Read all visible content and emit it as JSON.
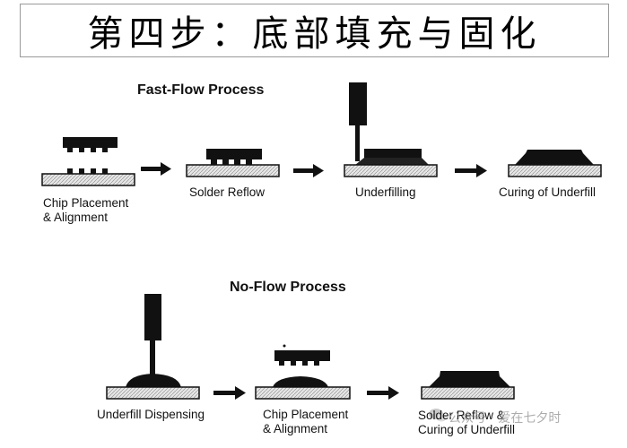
{
  "title": "第四步：底部填充与固化",
  "fast_flow": {
    "heading": "Fast-Flow Process",
    "steps": [
      {
        "line1": "Chip Placement",
        "line2": "& Alignment"
      },
      {
        "line1": "Solder Reflow",
        "line2": ""
      },
      {
        "line1": "Underfilling",
        "line2": ""
      },
      {
        "line1": "Curing of Underfill",
        "line2": ""
      }
    ]
  },
  "no_flow": {
    "heading": "No-Flow Process",
    "steps": [
      {
        "line1": "Underfill Dispensing",
        "line2": ""
      },
      {
        "line1": "Chip Placement",
        "line2": "& Alignment"
      },
      {
        "line1": "Solder Reflow &",
        "line2": "Curing of Underfill"
      }
    ]
  },
  "watermark": {
    "text": "公众号 · 爱在七夕时",
    "icon": "wechat-icon"
  },
  "colors": {
    "ink": "#111111",
    "substrate_fill": "#e6e6e6",
    "title_border": "#9a9a9a",
    "watermark": "#9e9e9e"
  }
}
